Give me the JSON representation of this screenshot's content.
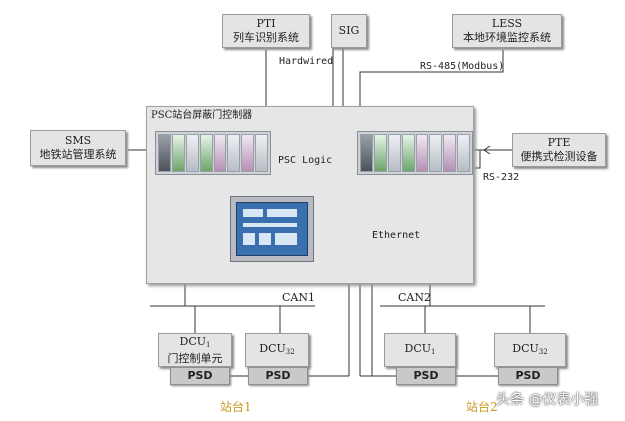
{
  "systems": {
    "pti": {
      "code": "PTI",
      "name": "列车识别系统"
    },
    "sig": {
      "code": "SIG"
    },
    "less": {
      "code": "LESS",
      "name": "本地环境监控系统"
    },
    "sms": {
      "code": "SMS",
      "name": "地铁站管理系统"
    },
    "pte": {
      "code": "PTE",
      "name": "便携式检测设备"
    }
  },
  "links": {
    "hardwired": "Hardwired",
    "rs485": "RS-485(Modbus)",
    "rs232": "RS-232",
    "ethernet": "Ethernet",
    "can1": "CAN1",
    "can2": "CAN2"
  },
  "cabinet": {
    "title": "PSC站台屏蔽门控制器",
    "logic": "PSC Logic"
  },
  "doors": {
    "left": [
      {
        "code": "DCU",
        "sub": "1",
        "name": "门控制单元"
      },
      {
        "code": "DCU",
        "sub": "32",
        "name": ""
      }
    ],
    "right": [
      {
        "code": "DCU",
        "sub": "1",
        "name": ""
      },
      {
        "code": "DCU",
        "sub": "32",
        "name": ""
      }
    ],
    "psd": "PSD"
  },
  "stations": {
    "s1": "站台1",
    "s2": "站台2"
  },
  "watermark": "头条 @仪表小强",
  "colors": {
    "line": "#333333",
    "station_label": "#c79a1e",
    "box": "#e4e4e4"
  }
}
